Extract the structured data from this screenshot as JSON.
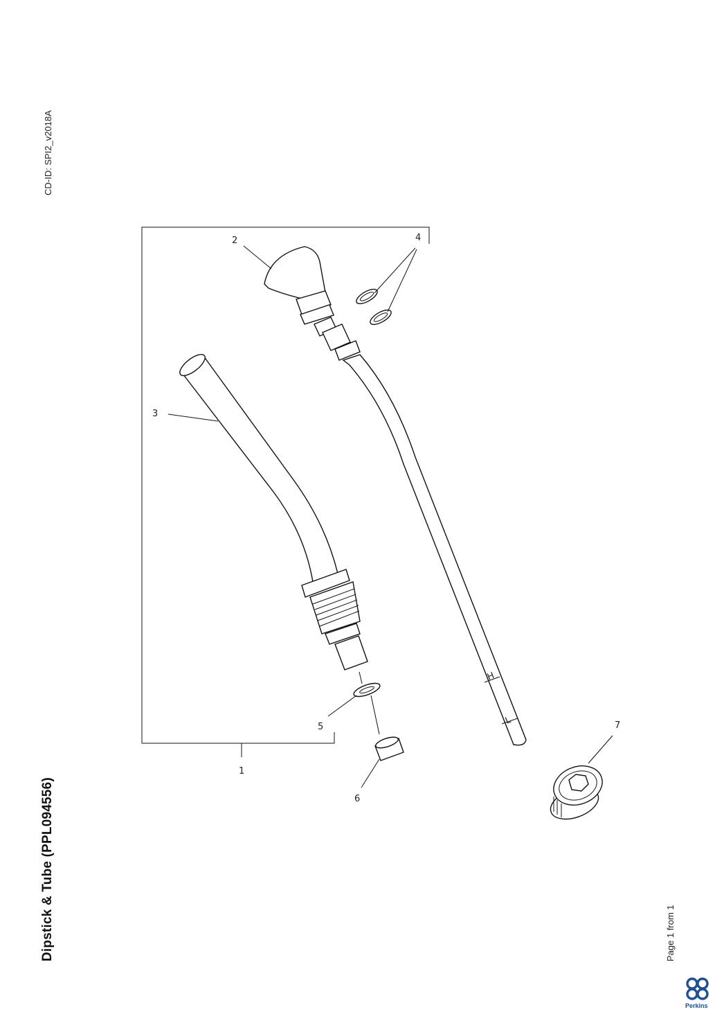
{
  "header": {
    "cd_id": "CD-ID: SPI2_v2018A"
  },
  "title": "Dipstick & Tube (PPL094556)",
  "footer": {
    "page": "Page 1 from 1",
    "brand": "Perkins"
  },
  "callouts": [
    "1",
    "2",
    "3",
    "4",
    "5",
    "6",
    "7"
  ],
  "dipstick_marks": {
    "high": "H",
    "low": "L"
  },
  "colors": {
    "line": "#111111",
    "brand": "#1b4f9c"
  }
}
